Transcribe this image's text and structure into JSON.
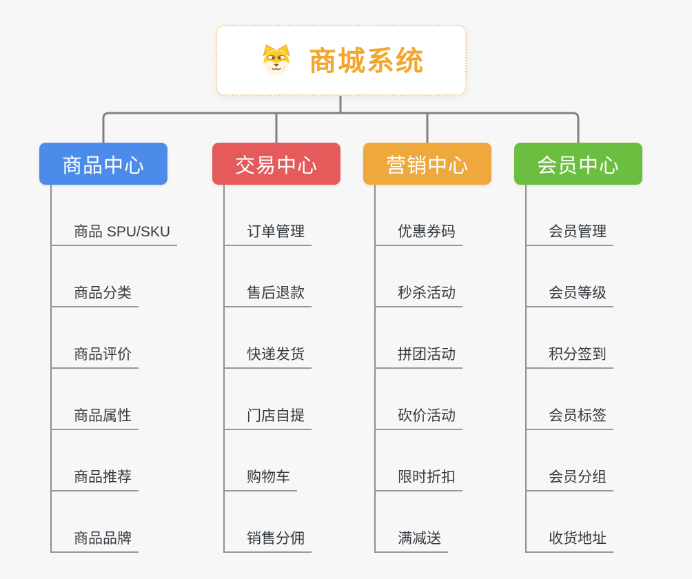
{
  "background_color": "#f7f7f7",
  "connector_color": "#808080",
  "root": {
    "title": "商城系统",
    "icon": "shiba-dog-icon",
    "accent_color": "#f3a62f",
    "border_color": "#f6c887"
  },
  "branches": [
    {
      "label": "商品中心",
      "color": "#4b8ceb",
      "children": [
        "商品 SPU/SKU",
        "商品分类",
        "商品评价",
        "商品属性",
        "商品推荐",
        "商品品牌"
      ]
    },
    {
      "label": "交易中心",
      "color": "#e55a5a",
      "children": [
        "订单管理",
        "售后退款",
        "快递发货",
        "门店自提",
        "购物车",
        "销售分佣"
      ]
    },
    {
      "label": "营销中心",
      "color": "#eea83c",
      "children": [
        "优惠券码",
        "秒杀活动",
        "拼团活动",
        "砍价活动",
        "限时折扣",
        "满减送"
      ]
    },
    {
      "label": "会员中心",
      "color": "#6cbe40",
      "children": [
        "会员管理",
        "会员等级",
        "积分签到",
        "会员标签",
        "会员分组",
        "收货地址"
      ]
    }
  ]
}
